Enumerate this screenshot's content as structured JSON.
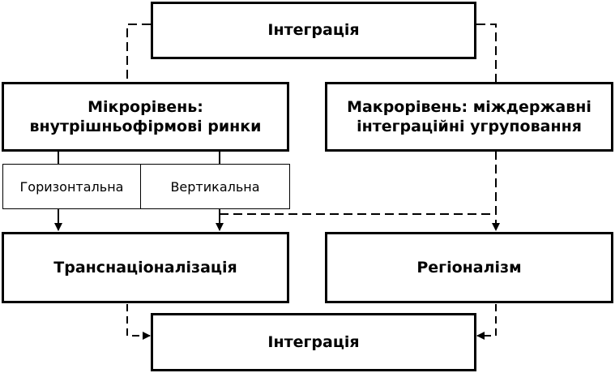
{
  "diagram": {
    "top_box": "Інтеграція",
    "micro_level": {
      "line1": "Мікрорівень:",
      "line2": "внутрішньофірмові ринки"
    },
    "macro_level": {
      "line1": "Макрорівень: міждержавні",
      "line2": "інтеграційні угруповання"
    },
    "horizontal": "Горизонтальна",
    "vertical": "Вертикальна",
    "transnationalization": "Транснаціоналізація",
    "regionalism": "Регіоналізм",
    "bottom_box": "Інтеграція"
  },
  "colors": {
    "stroke": "#000000",
    "background": "#ffffff"
  }
}
